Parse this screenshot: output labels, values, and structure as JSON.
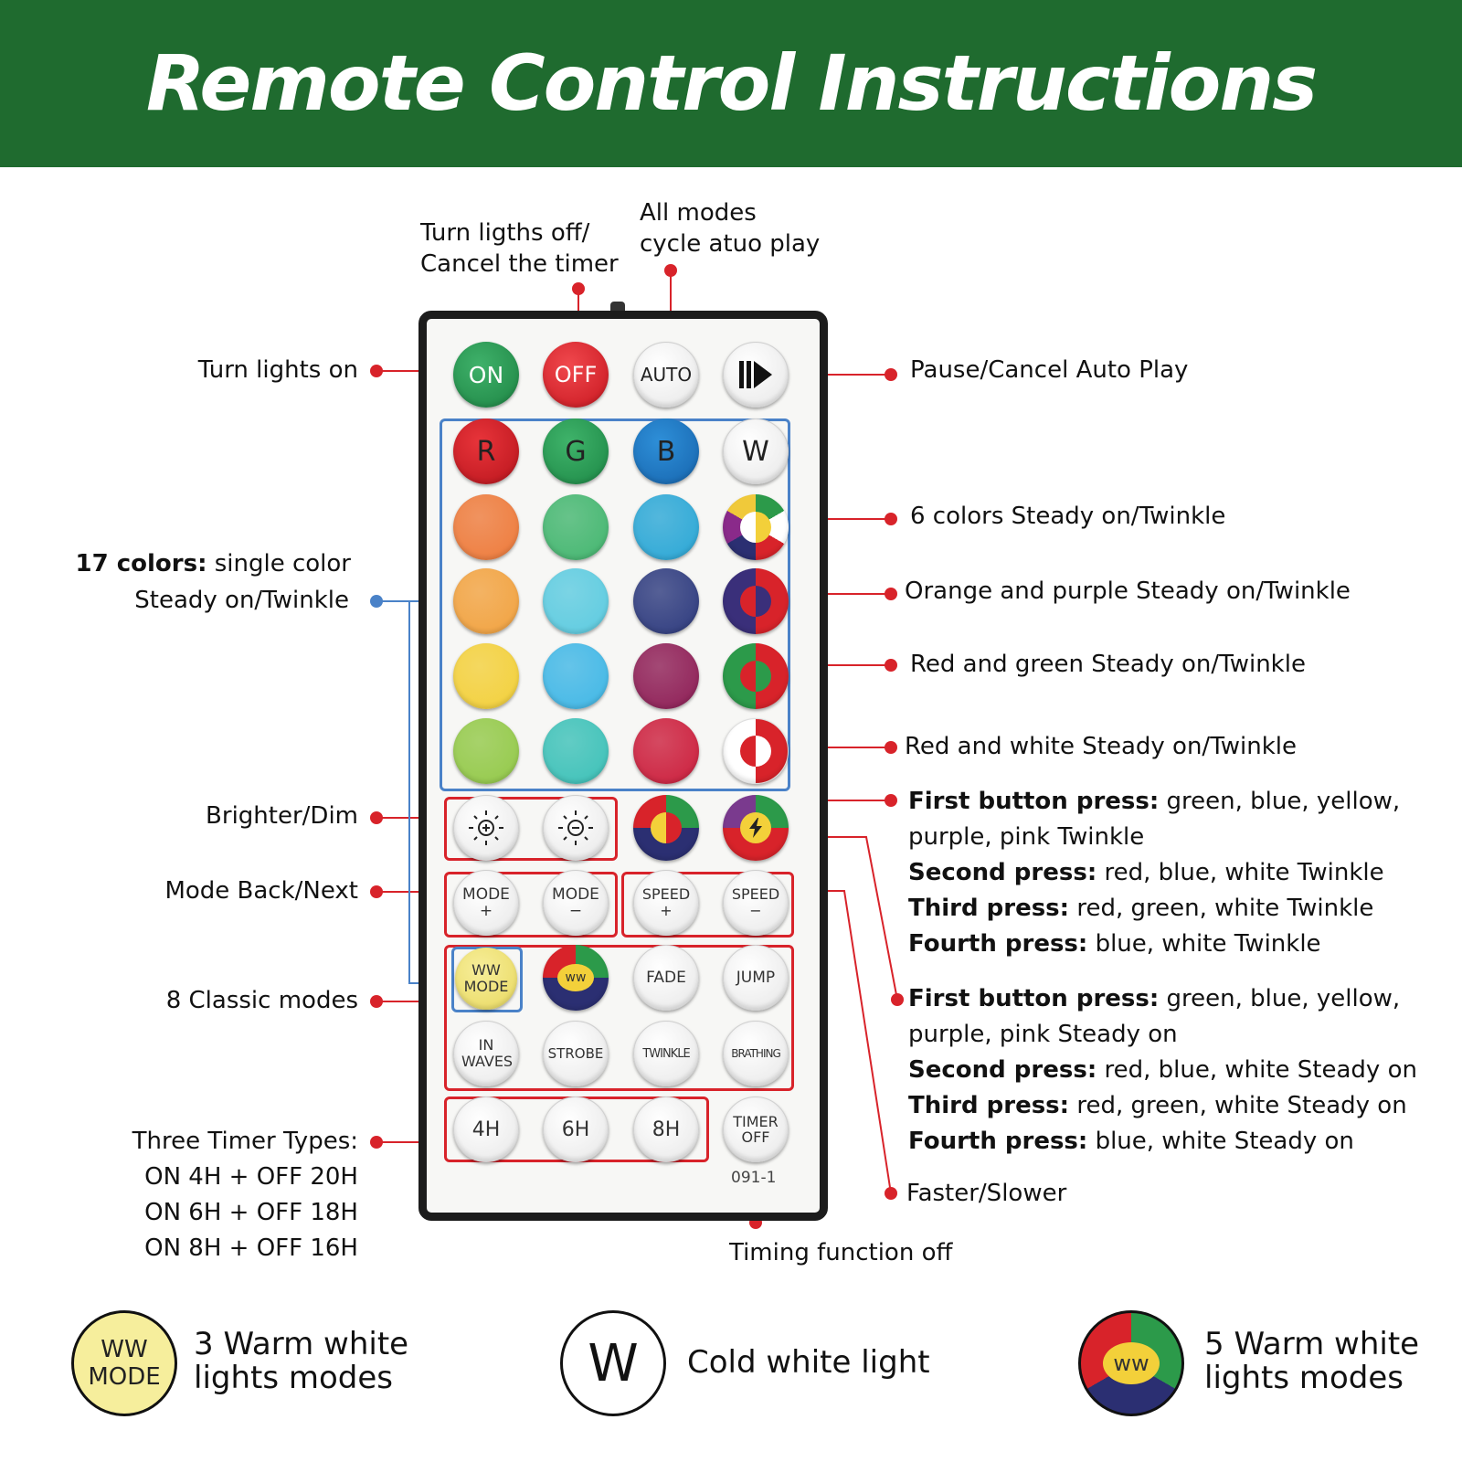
{
  "title": "Remote Control Instructions",
  "remote": {
    "top_row": [
      "ON",
      "OFF",
      "AUTO"
    ],
    "rgbw": [
      "R",
      "G",
      "B",
      "W"
    ],
    "mode_row": [
      "MODE +",
      "MODE −",
      "SPEED +",
      "SPEED −"
    ],
    "classic_row1": [
      "WW MODE",
      "ww",
      "FADE",
      "JUMP"
    ],
    "classic_row2": [
      "IN WAVES",
      "STROBE",
      "TWINKLE",
      "BRATHING"
    ],
    "timer_row": [
      "4H",
      "6H",
      "8H",
      "TIMER OFF"
    ],
    "model": "091-1",
    "icon_names": [
      "play-pause-icon",
      "brightness-up-icon",
      "brightness-down-icon",
      "lightning-icon"
    ]
  },
  "labels": {
    "turn_off": [
      "Turn ligths off/",
      "Cancel the timer"
    ],
    "auto": [
      "All modes",
      "cycle atuo play"
    ],
    "turn_on": "Turn lights on",
    "pause": "Pause/Cancel Auto Play",
    "colors17_bold": "17 colors:",
    "colors17_rest": " single color",
    "colors17_line2": "Steady on/Twinkle",
    "six_colors": "6 colors Steady on/Twinkle",
    "orange_purple": "Orange and purple Steady on/Twinkle",
    "red_green": "Red and green Steady on/Twinkle",
    "red_white": "Red and white Steady on/Twinkle",
    "brighter": "Brighter/Dim",
    "mode_back": "Mode Back/Next",
    "classic": "8 Classic modes",
    "timer_types": [
      "Three Timer Types:",
      "ON 4H + OFF 20H",
      "ON 6H + OFF 18H",
      "ON 8H + OFF 16H"
    ],
    "faster": "Faster/Slower",
    "timing_off": "Timing function off",
    "twinkle_block": [
      {
        "b": "First button press:",
        "t": " green, blue, yellow,"
      },
      {
        "b": "",
        "t": "purple, pink Twinkle"
      },
      {
        "b": "Second press:",
        "t": " red, blue, white Twinkle"
      },
      {
        "b": "Third press:",
        "t": " red, green, white Twinkle"
      },
      {
        "b": "Fourth press:",
        "t": " blue, white Twinkle"
      }
    ],
    "steady_block": [
      {
        "b": "First button press:",
        "t": " green, blue, yellow,"
      },
      {
        "b": "",
        "t": "purple, pink Steady on"
      },
      {
        "b": "Second press:",
        "t": " red, blue, white Steady on"
      },
      {
        "b": "Third press:",
        "t": " red, green, white Steady on"
      },
      {
        "b": "Fourth press:",
        "t": " blue, white Steady on"
      }
    ]
  },
  "legend": {
    "ww_mode": "WW MODE",
    "ww_mode_text": [
      "3 Warm white",
      "lights modes"
    ],
    "w": "W",
    "w_text": "Cold white light",
    "ww": "ww",
    "ww_text": [
      "5 Warm white",
      "lights modes"
    ]
  },
  "colors": {
    "header_green": "#1f6b2f",
    "pointer_red": "#d8232a",
    "pointer_blue": "#4a82c8",
    "swatches": [
      "#ee7a3a",
      "#43b66f",
      "#2aa7d6",
      "#f2a23f",
      "#5ccbe0",
      "#2d3a7e",
      "#f3d03a",
      "#40b7e6",
      "#8e1d55",
      "#93c948",
      "#3cc1b8",
      "#cc1e3c"
    ]
  }
}
